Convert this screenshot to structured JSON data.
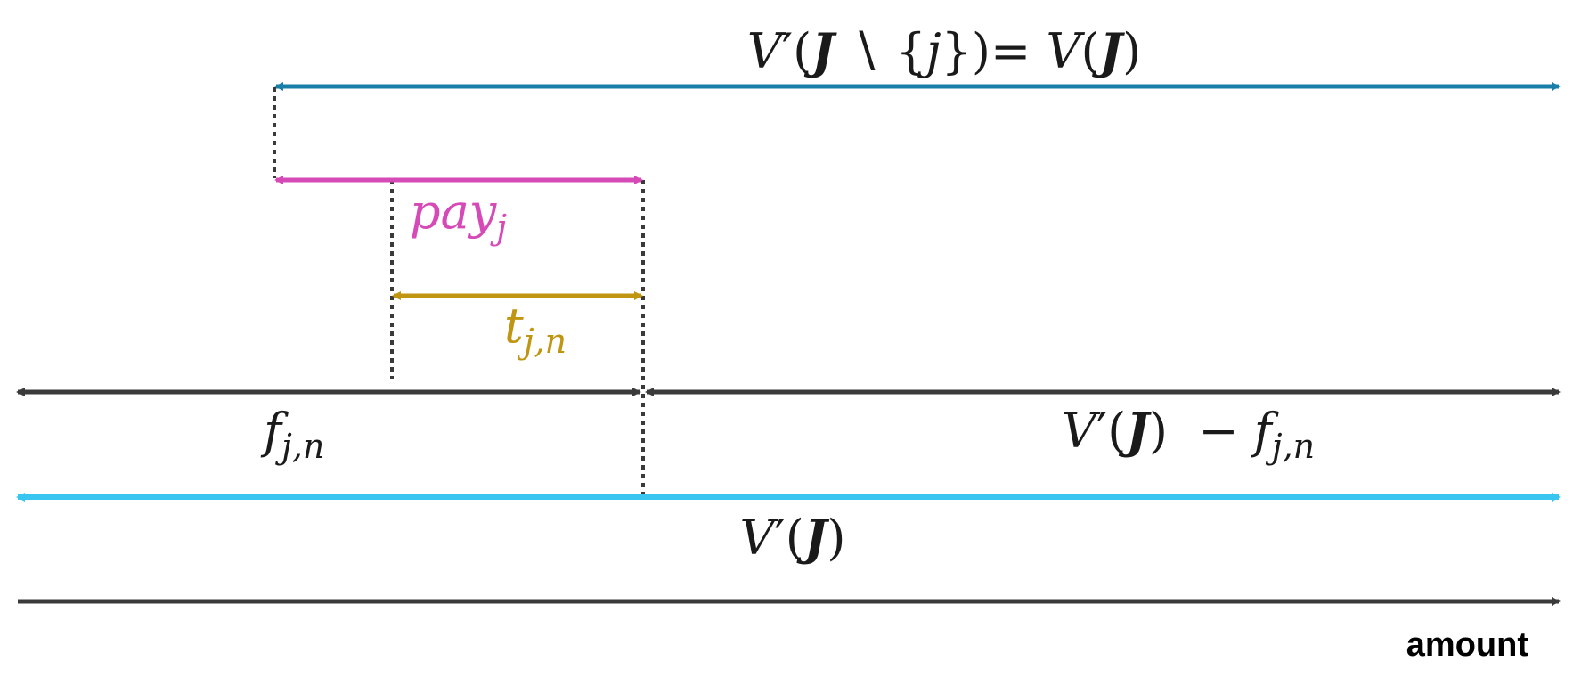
{
  "colors": {
    "total_value": "#1a7fa8",
    "payment": "#d64ab8",
    "transfer": "#c09510",
    "split": "#3a3a3a",
    "value_with": "#38c6f0",
    "axis": "#3a3a3a"
  },
  "labels": {
    "value_without_j": {
      "V": "V",
      "prime": "′",
      "open": "(",
      "J": "J",
      "setminus": " ∖ ",
      "brace_open": "{",
      "j": "j",
      "brace_close": "})",
      "equals": "= ",
      "V2": "V",
      "open2": "(",
      "J2": "J",
      "close2": ")"
    },
    "payment": {
      "base": "pay",
      "sub": "j"
    },
    "transfer": {
      "base": "t",
      "sub": "j,n"
    },
    "fee": {
      "base": "f",
      "sub": "j,n"
    },
    "remainder": {
      "V": "V",
      "prime": "′",
      "open": "(",
      "J": "J",
      "close": ")",
      "minus": "  − ",
      "f": "f",
      "sub": "j,n"
    },
    "value_with_j": {
      "V": "V",
      "prime": "′",
      "open": "(",
      "J": "J",
      "close": ")"
    },
    "axis": "amount"
  }
}
